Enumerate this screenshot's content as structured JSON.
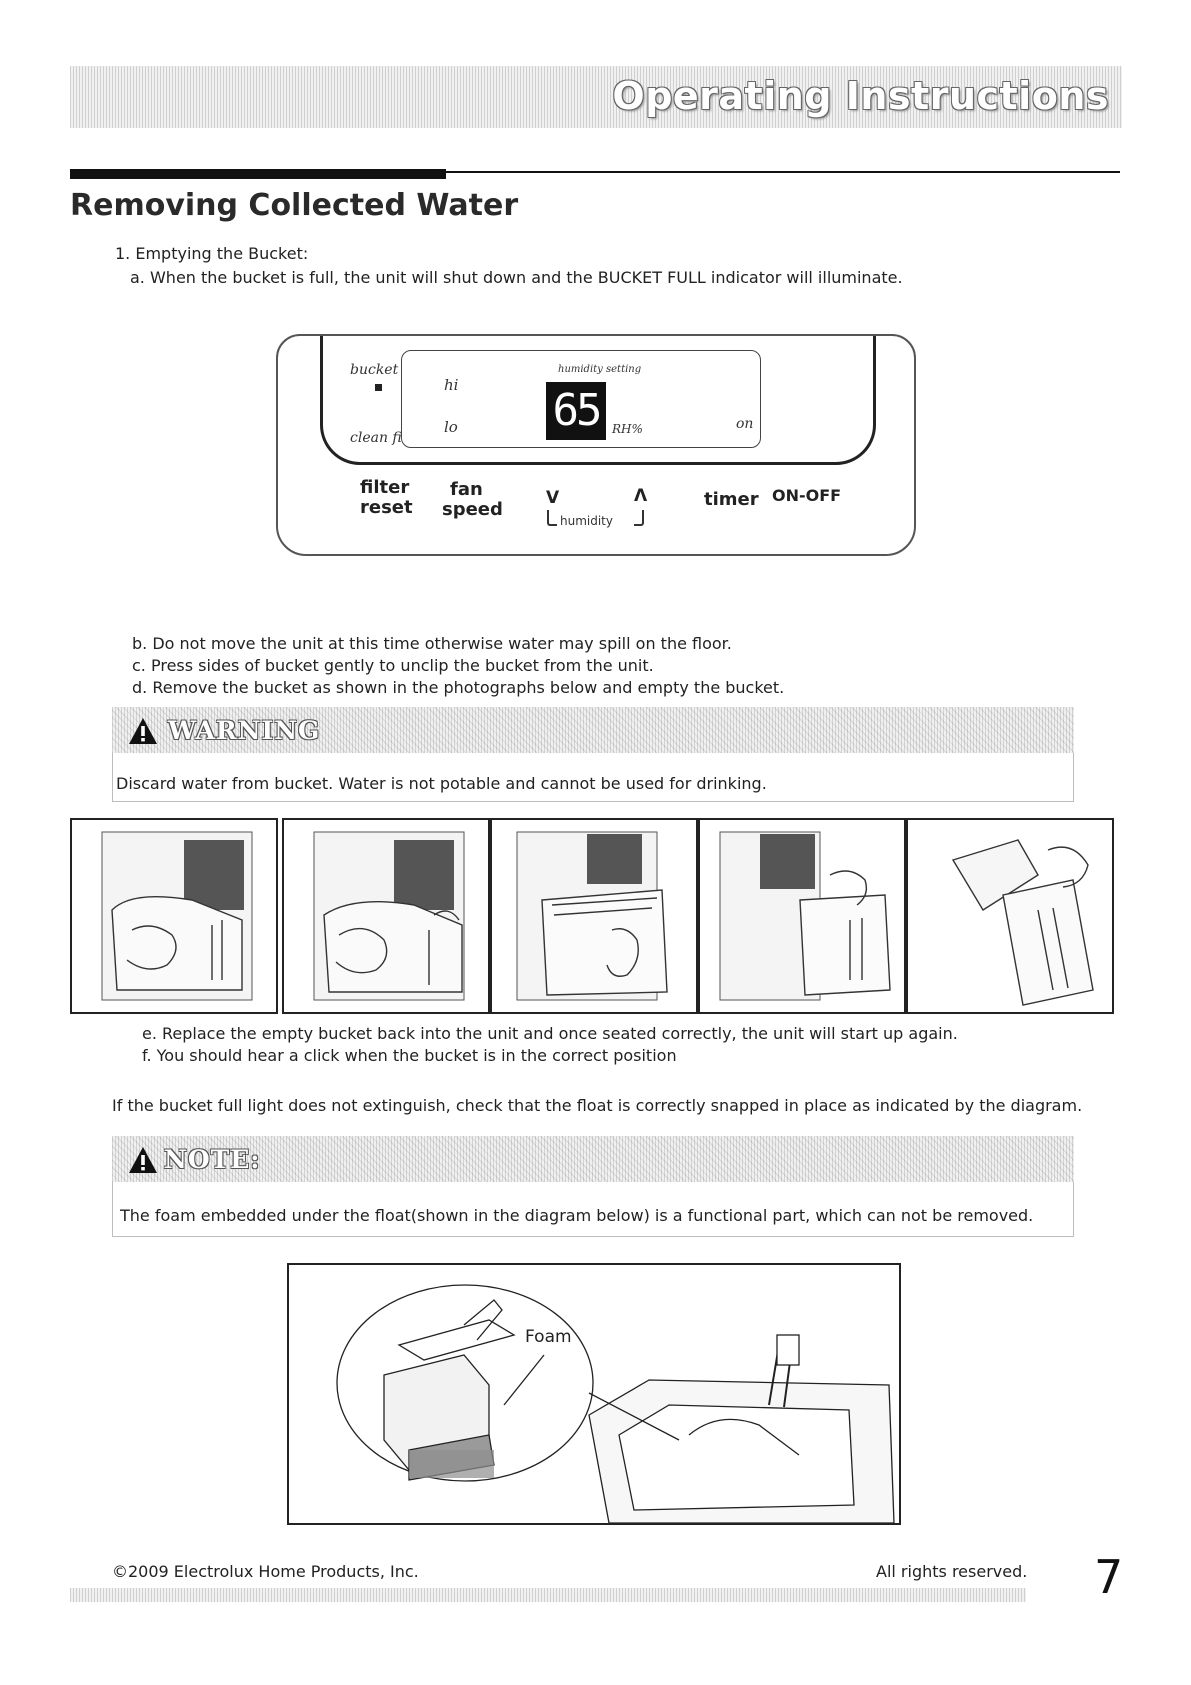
{
  "header": {
    "title": "Operating Instructions"
  },
  "section": {
    "title": "Removing Collected Water"
  },
  "steps": {
    "step1": "1. Emptying the Bucket:",
    "a": "a.  When the bucket is full, the unit will shut down and the BUCKET FULL indicator will illuminate.",
    "b": "b.   Do not move the unit at this time otherwise water may spill on the floor.",
    "c": "c.   Press sides of bucket gently to unclip the bucket from the unit.",
    "d": "d.   Remove the bucket as shown in the photographs below and empty the bucket.",
    "e": "e.  Replace the empty bucket back into the unit and once seated correctly, the unit will start up again.",
    "f": "f.   You should hear a click when the bucket is in the correct position"
  },
  "float_note": "If the bucket full light does not extinguish, check that the float is correctly snapped in place as indicated by the diagram.",
  "panel": {
    "bucket_full": "bucket full",
    "clean_filter": "clean filter",
    "hi": "hi",
    "lo": "lo",
    "humidity_setting": "humidity setting",
    "display_value": "65",
    "rh": "RH%",
    "on": "on",
    "filter_reset": [
      "filter",
      "reset"
    ],
    "fan_speed": [
      "fan",
      "speed"
    ],
    "down": "V",
    "up": "Λ",
    "humidity": "humidity",
    "timer": "timer",
    "on_off": "ON-OFF"
  },
  "warning": {
    "label": "WARNING",
    "text": "Discard water from bucket. Water is not potable and cannot be used for drinking."
  },
  "note": {
    "label": "NOTE:",
    "text": "The foam embedded under the float(shown in the diagram below) is a functional part, which can not be removed."
  },
  "diagram": {
    "callout": "Foam"
  },
  "footer": {
    "copyright": "©2009 Electrolux Home Products, Inc.",
    "rights": "All rights reserved.",
    "page_number": "7"
  },
  "icons": {
    "warning": "warning-triangle-icon"
  }
}
